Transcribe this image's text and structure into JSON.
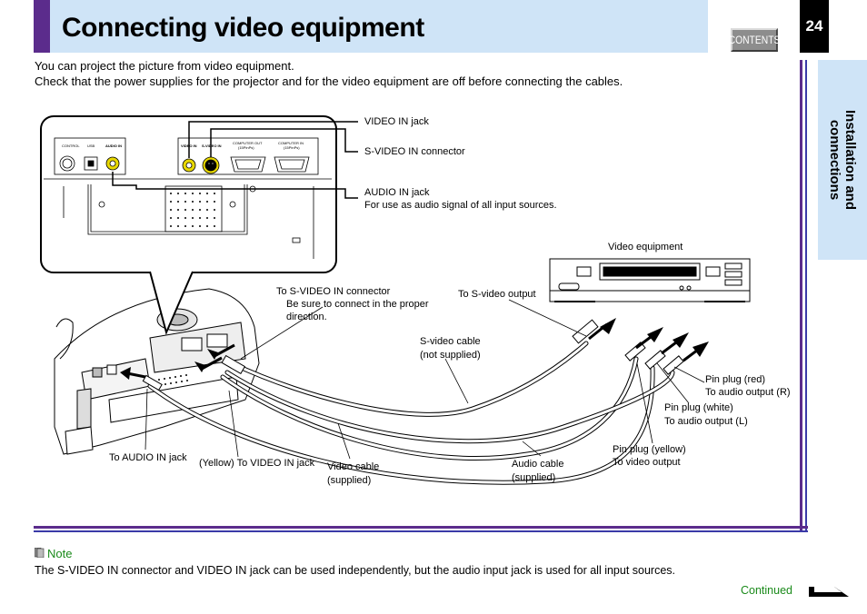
{
  "header": {
    "title": "Connecting video equipment",
    "contents_label": "CONTENTS",
    "page_number": "24"
  },
  "side_tab": {
    "label": "Installation and\nconnections"
  },
  "intro": {
    "line1": "You can project the picture from video equipment.",
    "line2": "Check that the power supplies for the projector and for the video equipment are off before connecting the cables."
  },
  "panel": {
    "control": "CONTROL",
    "usb": "USB",
    "audio_in": "AUDIO IN",
    "video_in": "VIDEO IN",
    "s_video_in": "S-VIDEO IN",
    "computer_out": "COMPUTER OUT",
    "computer_out_sub": "(15PinPs)",
    "computer_in": "COMPUTER IN",
    "computer_in_sub": "(15PinPs)"
  },
  "callouts": {
    "video_in_jack": "VIDEO IN jack",
    "s_video_in_connector": "S-VIDEO IN connector",
    "audio_in_jack": "AUDIO IN jack",
    "audio_in_note": "For use as audio signal of all input sources.",
    "video_equipment": "Video equipment",
    "to_s_video_in_connector": "To S-VIDEO IN connector",
    "proper_direction_1": "Be sure to connect in the proper",
    "proper_direction_2": "direction.",
    "to_s_video_output": "To S-video output",
    "s_video_cable_1": "S-video cable",
    "s_video_cable_2": "(not supplied)",
    "pin_plug_red_1": "Pin plug (red)",
    "pin_plug_red_2": "To audio output (R)",
    "pin_plug_white_1": "Pin plug (white)",
    "pin_plug_white_2": "To audio output (L)",
    "pin_plug_yellow_1": "Pin plug (yellow)",
    "pin_plug_yellow_2": "To video output",
    "to_audio_in_jack": "To AUDIO IN jack",
    "yellow_to_video_in_jack": "(Yellow) To VIDEO IN jack",
    "video_cable_1": "Video cable",
    "video_cable_2": "(supplied)",
    "audio_cable_1": "Audio cable",
    "audio_cable_2": "(supplied)"
  },
  "note": {
    "title": "Note",
    "text": "The S-VIDEO IN connector and VIDEO IN jack can be used independently, but the audio input jack is used for all input sources."
  },
  "footer": {
    "continued": "Continued"
  },
  "colors": {
    "title_bar": "#cfe4f7",
    "accent_purple": "#5b2c8c",
    "accent_blue": "#3a3aa8",
    "note_green": "#1a8a1a",
    "yellow_jack": "#e8d800"
  }
}
